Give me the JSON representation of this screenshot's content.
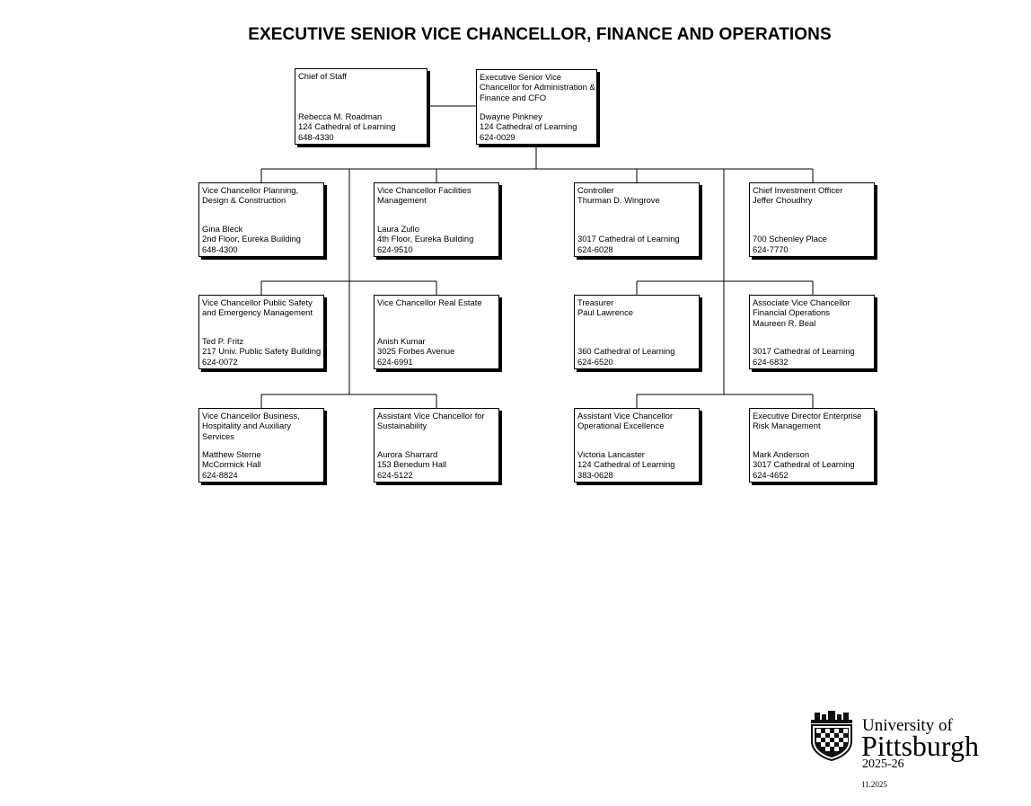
{
  "title": "EXECUTIVE SENIOR VICE CHANCELLOR, FINANCE AND OPERATIONS",
  "boxes": {
    "chief_of_staff": {
      "role": [
        "Chief of Staff"
      ],
      "details": [
        "Rebecca M. Roadman",
        "124 Cathedral of Learning",
        "648-4330"
      ]
    },
    "esvc": {
      "role": [
        "Executive Senior Vice",
        "Chancellor for Administration &",
        "Finance and CFO"
      ],
      "details": [
        "Dwayne Pinkney",
        "124 Cathedral of Learning",
        "624-0029"
      ]
    },
    "planning": {
      "role": [
        "Vice Chancellor Planning,",
        "Design & Construction"
      ],
      "details": [
        "Gina Bleck",
        "2nd Floor, Eureka Building",
        "648-4300"
      ]
    },
    "facilities": {
      "role": [
        "Vice Chancellor Facilities",
        "Management"
      ],
      "details": [
        "Laura Zullo",
        "4th Floor, Eureka Building",
        "624-9510"
      ]
    },
    "controller": {
      "role": [
        "Controller",
        "Thurman D. Wingrove"
      ],
      "details": [
        "3017 Cathedral of Learning",
        "624-6028"
      ]
    },
    "investment": {
      "role": [
        "Chief Investment Officer",
        "Jeffer Choudhry"
      ],
      "details": [
        "700 Schenley Place",
        "624-7770"
      ]
    },
    "public_safety": {
      "role": [
        "Vice Chancellor Public Safety",
        "and Emergency Management"
      ],
      "details": [
        "Ted P. Fritz",
        "217 Univ. Public Safety Building",
        "624-0072"
      ]
    },
    "real_estate": {
      "role": [
        "Vice Chancellor Real Estate"
      ],
      "details": [
        "Anish Kumar",
        "3025 Forbes Avenue",
        "624-6991"
      ]
    },
    "treasurer": {
      "role": [
        "Treasurer",
        "Paul Lawrence"
      ],
      "details": [
        "360 Cathedral of Learning",
        "624-6520"
      ]
    },
    "financial_ops": {
      "role": [
        "Associate Vice Chancellor",
        "Financial Operations",
        "Maureen R. Beal"
      ],
      "details": [
        "3017 Cathedral of Learning",
        "624-6832"
      ]
    },
    "business": {
      "role": [
        "Vice Chancellor Business,",
        "Hospitality and Auxiliary",
        "Services"
      ],
      "details": [
        "Matthew Sterne",
        "McCormick Hall",
        "624-8824"
      ]
    },
    "sustainability": {
      "role": [
        "Assistant Vice Chancellor for",
        "Sustainability"
      ],
      "details": [
        "Aurora Sharrard",
        "153 Benedum Hall",
        "624-5122"
      ]
    },
    "operational": {
      "role": [
        "Assistant Vice Chancellor",
        "Operational Excellence"
      ],
      "details": [
        "Victoria Lancaster",
        "124 Cathedral of Learning",
        "383-0628"
      ]
    },
    "risk": {
      "role": [
        "Executive Director Enterprise",
        "Risk Management"
      ],
      "details": [
        "Mark Anderson",
        "3017 Cathedral of Learning",
        "624-4652"
      ]
    }
  },
  "logo": {
    "line1": "University of",
    "line2": "Pittsburgh",
    "icon": "university-seal-icon"
  },
  "year": "2025-26",
  "date": "11.2025"
}
